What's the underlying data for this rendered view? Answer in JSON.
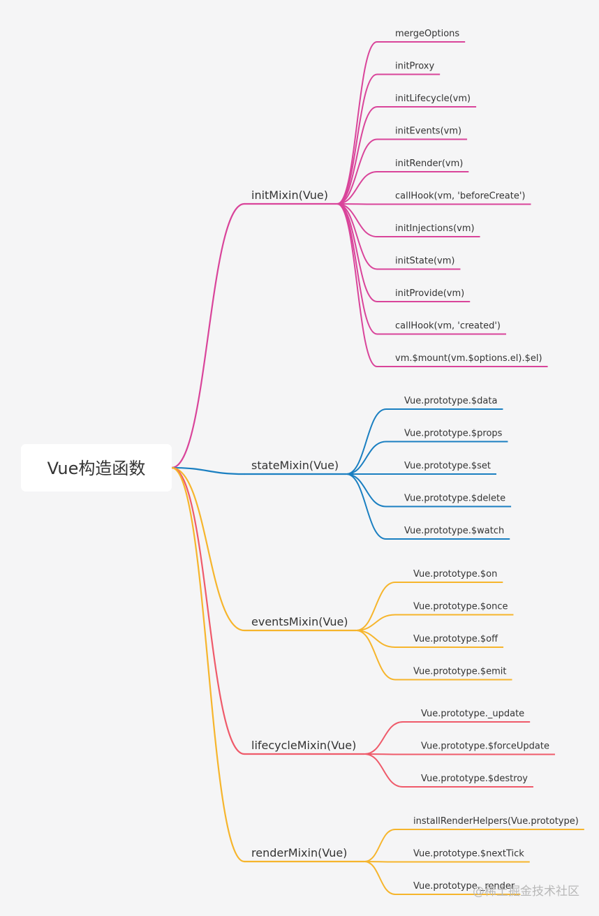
{
  "root": {
    "label": "Vue构造函数"
  },
  "branches": [
    {
      "label": "initMixin(Vue)",
      "color": "#d9449a",
      "children": [
        "mergeOptions",
        "initProxy",
        "initLifecycle(vm)",
        "initEvents(vm)",
        "initRender(vm)",
        "callHook(vm, 'beforeCreate')",
        "initInjections(vm)",
        "initState(vm)",
        "initProvide(vm)",
        "callHook(vm, 'created')",
        "vm.$mount(vm.$options.el).$el)"
      ]
    },
    {
      "label": "stateMixin(Vue)",
      "color": "#1a7fc1",
      "children": [
        "Vue.prototype.$data",
        "Vue.prototype.$props",
        "Vue.prototype.$set",
        "Vue.prototype.$delete",
        "Vue.prototype.$watch"
      ]
    },
    {
      "label": "eventsMixin(Vue)",
      "color": "#f6b52c",
      "children": [
        "Vue.prototype.$on",
        "Vue.prototype.$once",
        "Vue.prototype.$off",
        "Vue.prototype.$emit"
      ]
    },
    {
      "label": "lifecycleMixin(Vue)",
      "color": "#ef5a6a",
      "children": [
        "Vue.prototype._update",
        "Vue.prototype.$forceUpdate",
        "Vue.prototype.$destroy"
      ]
    },
    {
      "label": "renderMixin(Vue)",
      "color": "#f6b52c",
      "children": [
        "installRenderHelpers(Vue.prototype)",
        "Vue.prototype.$nextTick",
        "Vue.prototype._render"
      ]
    }
  ],
  "watermark": "@稀土掘金技术社区"
}
